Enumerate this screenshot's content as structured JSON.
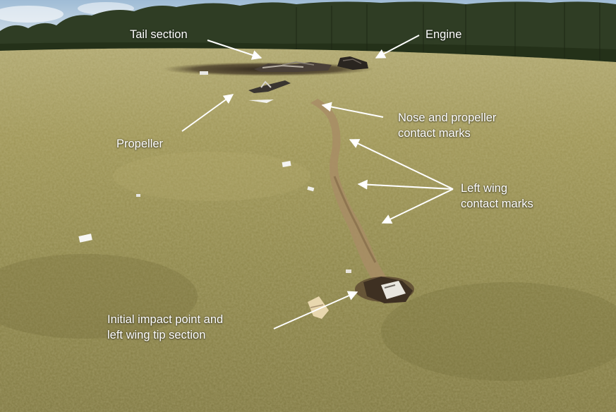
{
  "annotations": {
    "tail_section": "Tail section",
    "engine": "Engine",
    "nose_propeller_marks": [
      "Nose and propeller",
      "contact marks"
    ],
    "propeller": "Propeller",
    "left_wing_marks": [
      "Left wing",
      "contact marks"
    ],
    "initial_impact": [
      "Initial impact point and",
      "left wing tip section"
    ]
  },
  "colors": {
    "label_text": "#ffffff",
    "arrow": "#ffffff",
    "grass_light": "#a49a5c",
    "grass_dark": "#6e6a3a",
    "treeline": "#2c3a22",
    "sky": "#b9cfe0",
    "scorch": "#3a2c22",
    "dirt_trail": "#a68a64"
  }
}
